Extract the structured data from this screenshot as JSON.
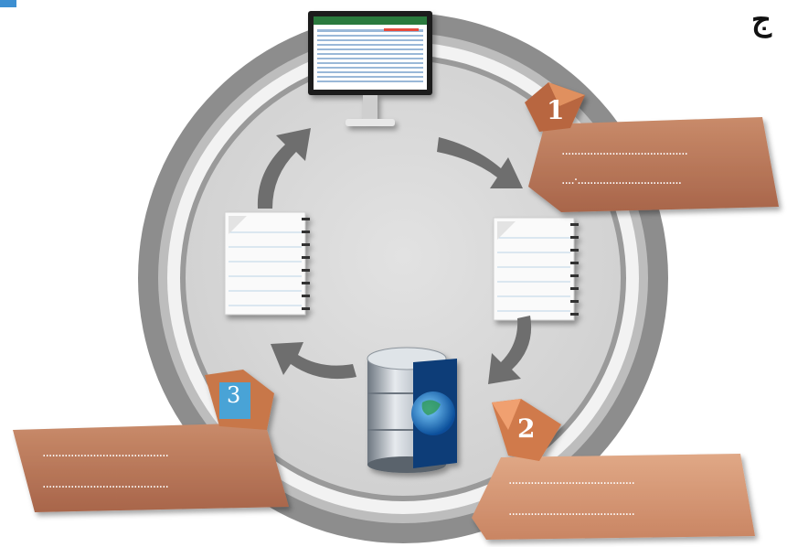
{
  "heading": "ج",
  "callouts": [
    {
      "number": "1",
      "line1": "........................................",
      "line2": "....·................................."
    },
    {
      "number": "2",
      "line1": "........................................",
      "line2": "........................................"
    },
    {
      "number": "3",
      "line1": "........................................",
      "line2": "........................................"
    }
  ],
  "icons": {
    "top": "computer-monitor-icon",
    "bottom": "database-globe-icon",
    "left": "notepad-icon",
    "right": "notepad-icon",
    "arrows": "cycle-arrow-icon"
  },
  "colors": {
    "callout_box": "#b8765a",
    "callout_box_light": "#d49a78",
    "ring_outer": "#8f8f8f",
    "ring_inner": "#d9d9d9",
    "arrow": "#6e6e6e",
    "badge_blue": "#4aa3d6"
  }
}
